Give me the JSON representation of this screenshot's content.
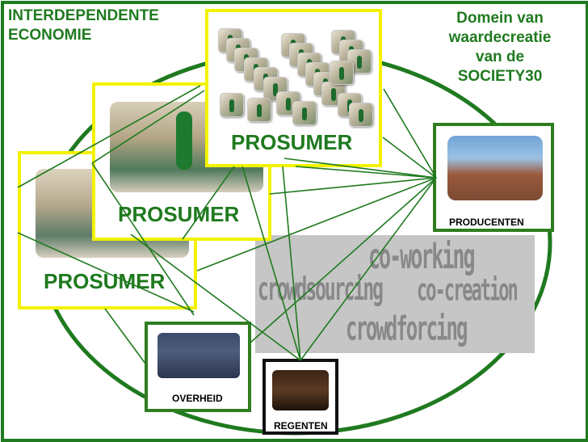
{
  "title_left": [
    "INTERDEPENDENTE",
    "ECONOMIE"
  ],
  "title_right": [
    "Domein van",
    "waardecreatie",
    "van de",
    "SOCIETY30"
  ],
  "prosumer_labels": [
    "PROSUMER",
    "PROSUMER",
    "PROSUMER"
  ],
  "producenten_label": "PRODUCENTEN",
  "overheid_label": "OVERHEID",
  "regenten_label": "REGENTEN",
  "cloud_words": [
    "co-working",
    "crowdsourcing",
    "co-creation",
    "crowdforcing"
  ],
  "colors": {
    "frame": "#1f7a1f",
    "prosumer_border": "#f2f200",
    "label_green": "#1f7a1f",
    "cloud": "#c6c6c6"
  }
}
